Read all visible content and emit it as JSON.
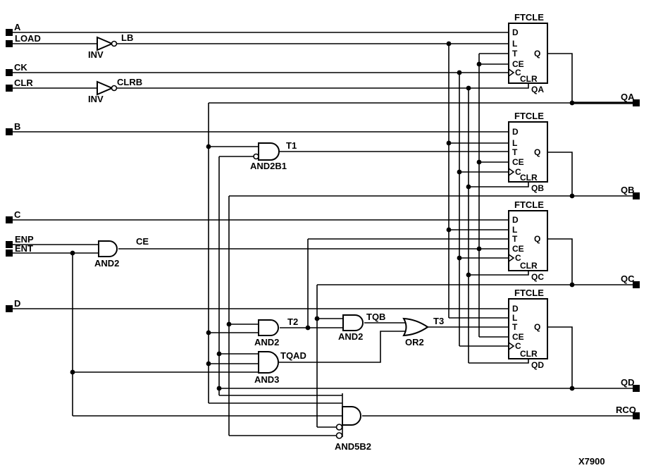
{
  "figure_label": "X7900",
  "colors": {
    "wire": "#000000",
    "background": "#ffffff"
  },
  "inputs": [
    {
      "label": "A"
    },
    {
      "label": "LOAD"
    },
    {
      "label": "CK"
    },
    {
      "label": "CLR"
    },
    {
      "label": "B"
    },
    {
      "label": "C"
    },
    {
      "label": "ENP"
    },
    {
      "label": "ENT"
    },
    {
      "label": "D"
    }
  ],
  "outputs": [
    {
      "label": "QA"
    },
    {
      "label": "QB"
    },
    {
      "label": "QC"
    },
    {
      "label": "QD"
    },
    {
      "label": "RCO"
    }
  ],
  "nets": {
    "lb": "LB",
    "clrb": "CLRB",
    "ce": "CE",
    "t1": "T1",
    "t2": "T2",
    "t3": "T3",
    "tqb": "TQB",
    "tqad": "TQAD"
  },
  "gates": {
    "inv_load": {
      "label": "INV"
    },
    "inv_clr": {
      "label": "INV"
    },
    "and_ce": {
      "label": "AND2"
    },
    "and_t1": {
      "label": "AND2B1"
    },
    "and_t2": {
      "label": "AND2"
    },
    "and_tqb": {
      "label": "AND2"
    },
    "and_tqad": {
      "label": "AND3"
    },
    "or_t3": {
      "label": "OR2"
    },
    "and_rco": {
      "label": "AND5B2"
    }
  },
  "flipflops": [
    {
      "title": "FTCLE",
      "pin_d": "D",
      "pin_l": "L",
      "pin_t": "T",
      "pin_ce": "CE",
      "pin_c": "C",
      "pin_clr": "CLR",
      "pin_q": "Q",
      "q_label": "QA"
    },
    {
      "title": "FTCLE",
      "pin_d": "D",
      "pin_l": "L",
      "pin_t": "T",
      "pin_ce": "CE",
      "pin_c": "C",
      "pin_clr": "CLR",
      "pin_q": "Q",
      "q_label": "QB"
    },
    {
      "title": "FTCLE",
      "pin_d": "D",
      "pin_l": "L",
      "pin_t": "T",
      "pin_ce": "CE",
      "pin_c": "C",
      "pin_clr": "CLR",
      "pin_q": "Q",
      "q_label": "QC"
    },
    {
      "title": "FTCLE",
      "pin_d": "D",
      "pin_l": "L",
      "pin_t": "T",
      "pin_ce": "CE",
      "pin_c": "C",
      "pin_clr": "CLR",
      "pin_q": "Q",
      "q_label": "QD"
    }
  ]
}
